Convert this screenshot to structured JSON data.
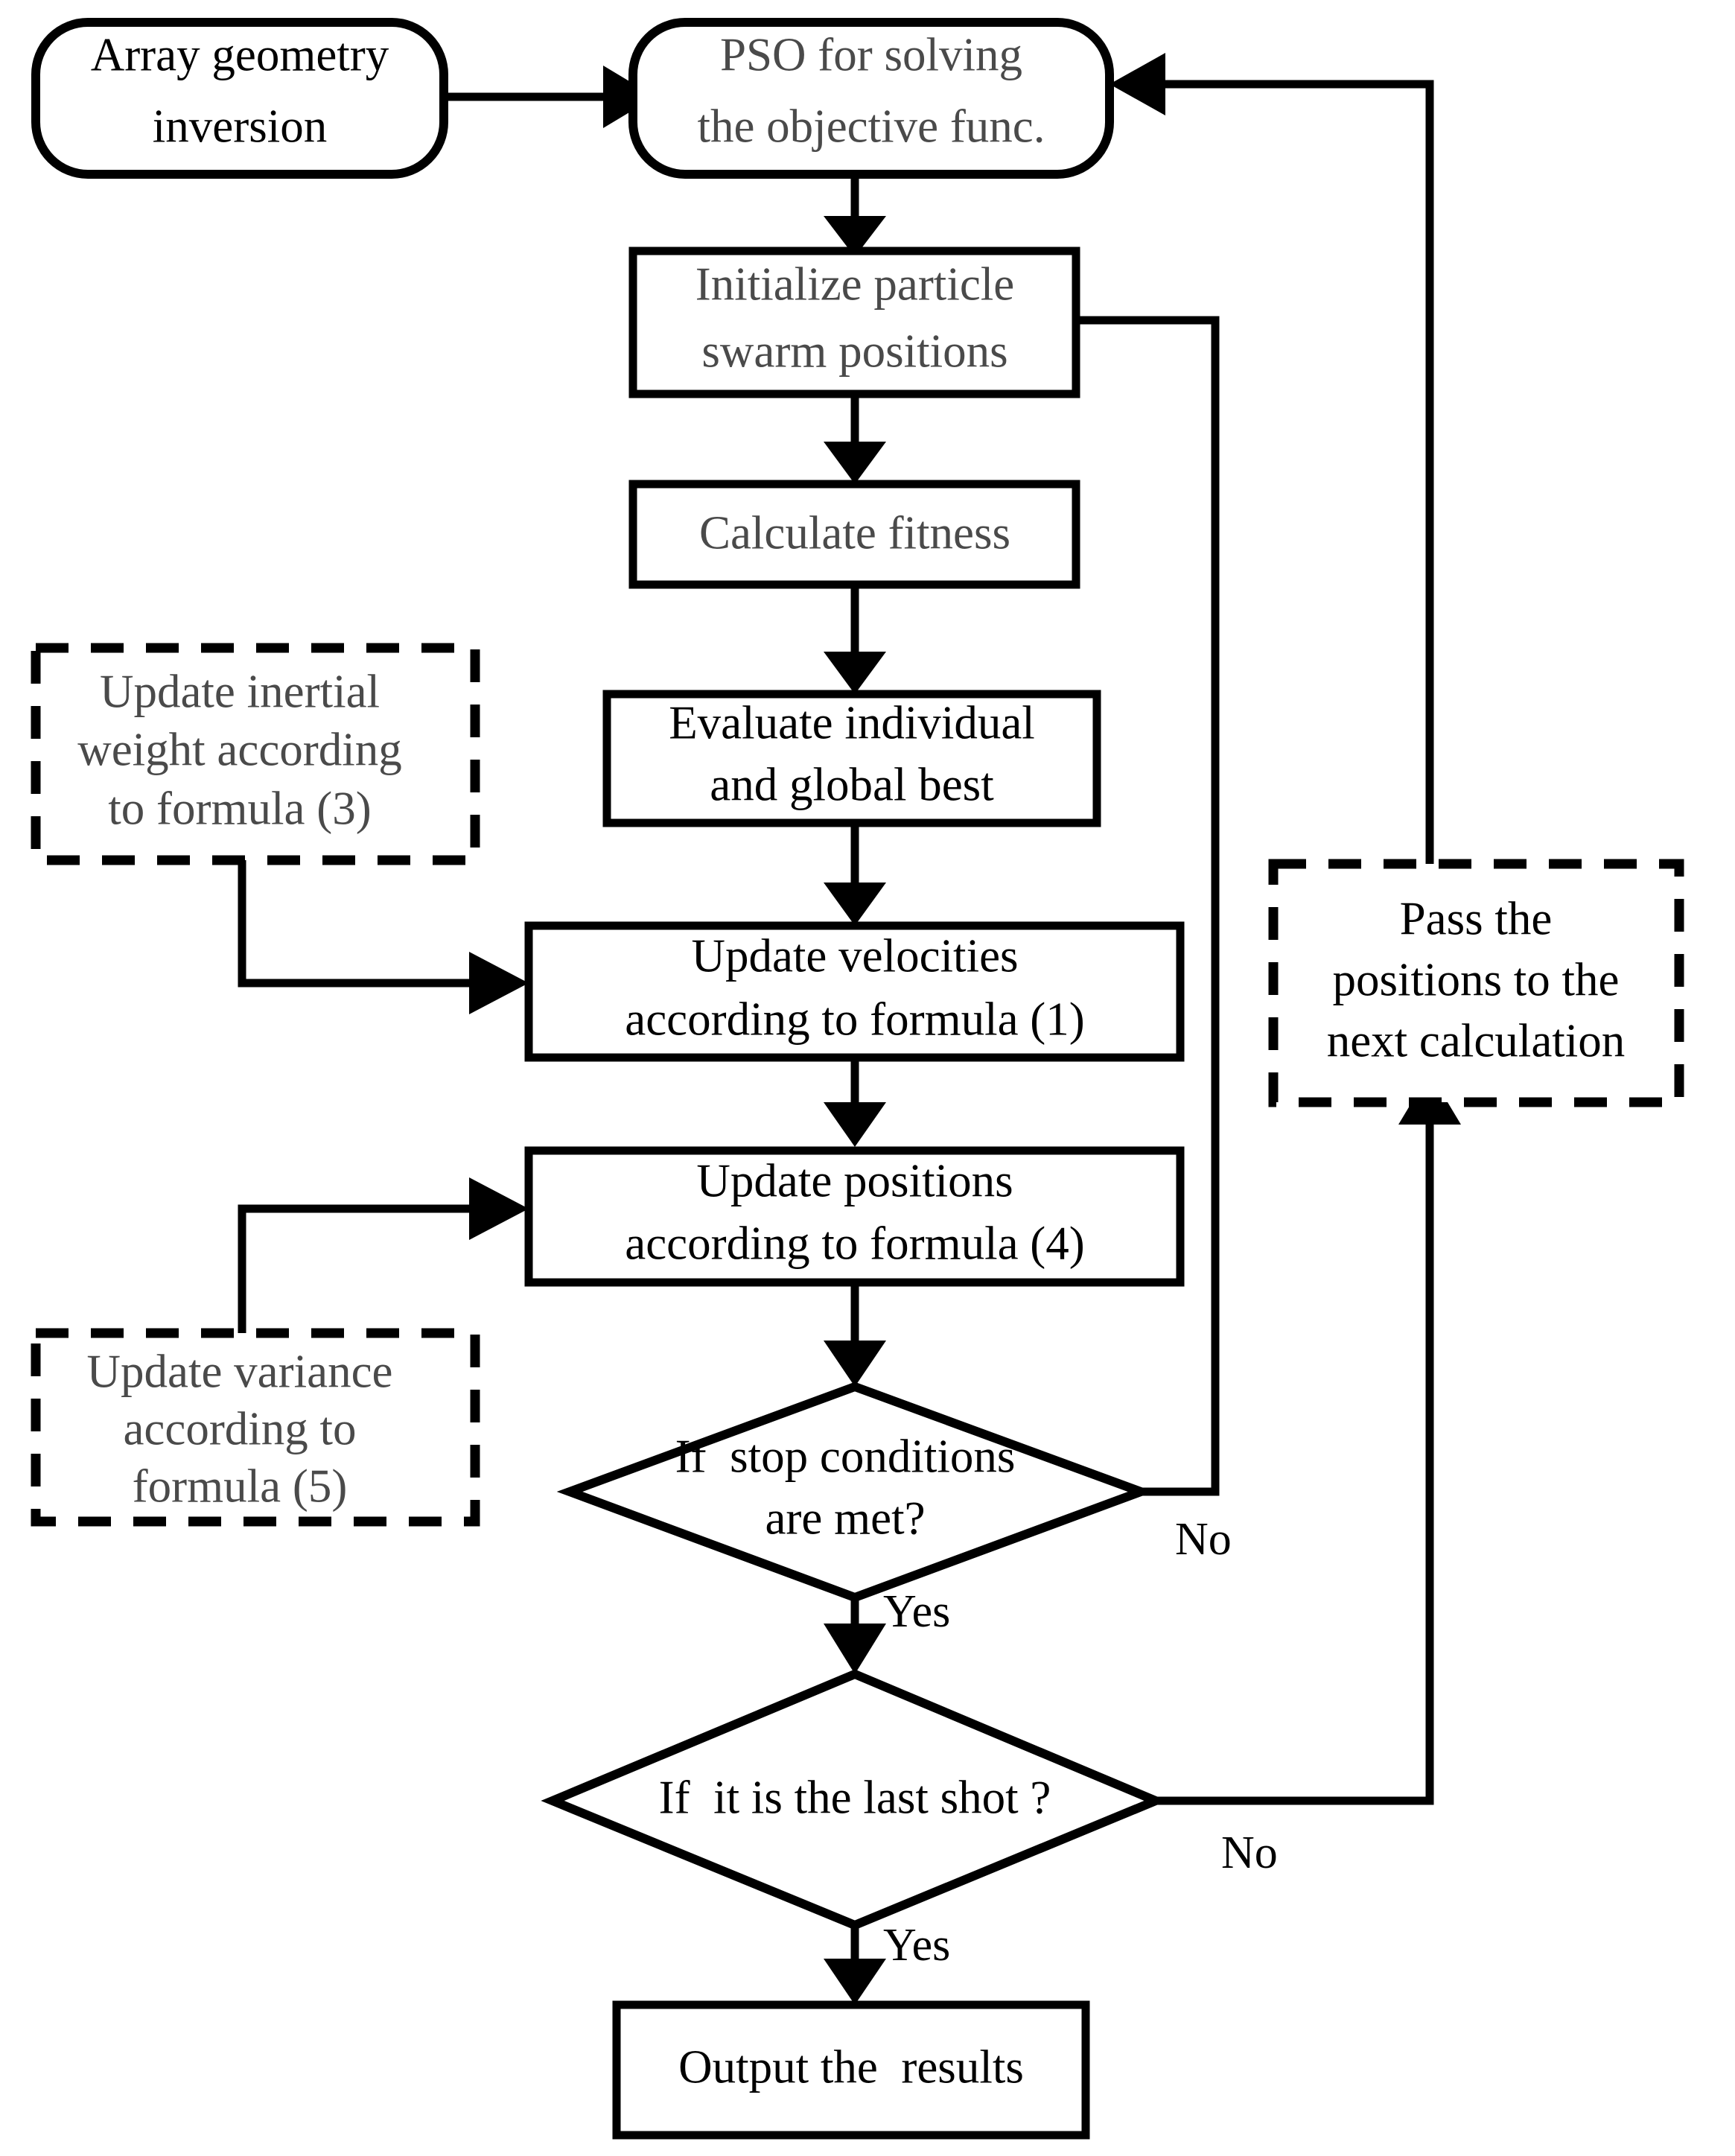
{
  "diagram": {
    "title": "Array geometry inversion PSO flowchart",
    "type": "flowchart",
    "background_color": "#ffffff",
    "line_color": "#000000",
    "gray_text_color": "#4a4a4a"
  },
  "nodes": {
    "start": {
      "id": "start",
      "shape": "rounded-rectangle",
      "line1": "Array geometry",
      "line2": "inversion",
      "text_color": "#000000"
    },
    "pso": {
      "id": "pso",
      "shape": "rounded-rectangle",
      "line1": "PSO for solving",
      "line2": "the objective func.",
      "text_color": "#4a4a4a"
    },
    "init": {
      "id": "init",
      "shape": "rectangle",
      "line1": "Initialize particle",
      "line2": "swarm positions",
      "text_color": "#4a4a4a"
    },
    "fitness": {
      "id": "fitness",
      "shape": "rectangle",
      "line1": "Calculate fitness",
      "line2": "",
      "text_color": "#4a4a4a"
    },
    "evaluate": {
      "id": "evaluate",
      "shape": "rectangle",
      "line1": "Evaluate individual",
      "line2": "and global best",
      "text_color": "#000000"
    },
    "update_velocities": {
      "id": "update_velocities",
      "shape": "rectangle",
      "line1": "Update velocities",
      "line2": "according to formula (1)",
      "text_color": "#000000"
    },
    "update_positions": {
      "id": "update_positions",
      "shape": "rectangle",
      "line1": "Update positions",
      "line2": "according to formula (4)",
      "text_color": "#000000"
    },
    "inertial_weight": {
      "id": "inertial_weight",
      "shape": "dashed-rectangle",
      "line1": "Update inertial",
      "line2": "weight according",
      "line3": "to formula (3)",
      "text_color": "#4a4a4a"
    },
    "variance": {
      "id": "variance",
      "shape": "dashed-rectangle",
      "line1": "Update variance",
      "line2": "according to",
      "line3": "formula (5)",
      "text_color": "#4a4a4a"
    },
    "pass_positions": {
      "id": "pass_positions",
      "shape": "dashed-rectangle",
      "line1": "Pass the",
      "line2": "positions to the",
      "line3": "next calculation",
      "text_color": "#000000"
    },
    "stop_conditions": {
      "id": "stop_conditions",
      "shape": "diamond",
      "line1": "If  stop conditions",
      "line2": "are met?",
      "text_color": "#000000"
    },
    "last_shot": {
      "id": "last_shot",
      "shape": "diamond",
      "line1": "If  it is the last shot ?",
      "line2": "",
      "text_color": "#000000"
    },
    "output": {
      "id": "output",
      "shape": "rectangle",
      "line1": "Output the  results",
      "line2": "",
      "text_color": "#000000"
    }
  },
  "edge_labels": {
    "stop_no": "No",
    "stop_yes": "Yes",
    "last_no": "No",
    "last_yes": "Yes"
  }
}
